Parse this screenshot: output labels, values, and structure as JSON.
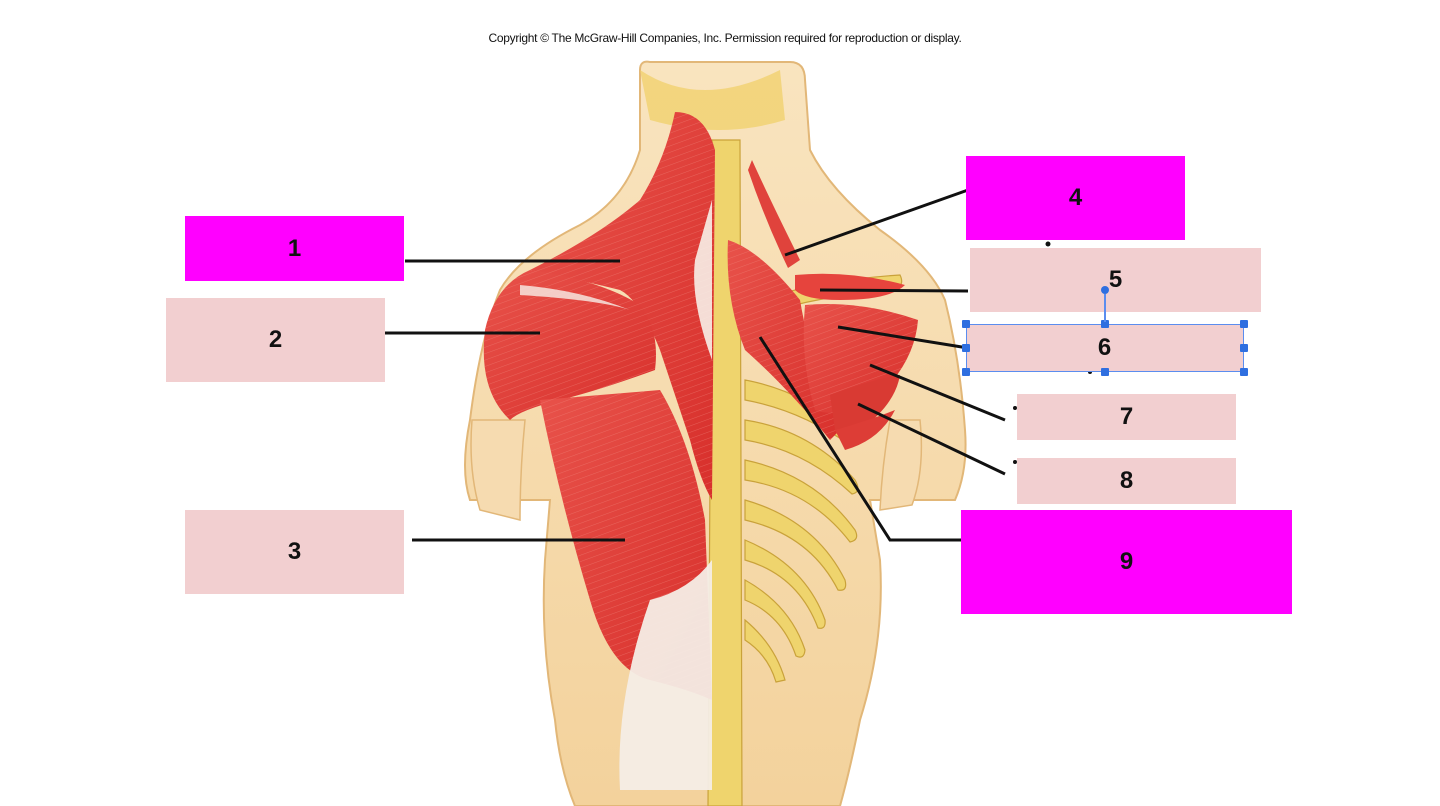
{
  "copyright": "Copyright © The McGraw-Hill Companies, Inc. Permission required for reproduction or display.",
  "colors": {
    "accent_box": "#ff00ff",
    "plain_box": "#f2cfd0",
    "muscle": "#e2403a",
    "bone": "#f0d880",
    "skin": "#f6d9a8",
    "selection": "#2f6fe0"
  },
  "labels": [
    {
      "id": "1",
      "text": "1",
      "style": "accent"
    },
    {
      "id": "2",
      "text": "2",
      "style": "plain"
    },
    {
      "id": "3",
      "text": "3",
      "style": "plain"
    },
    {
      "id": "4",
      "text": "4",
      "style": "accent"
    },
    {
      "id": "5",
      "text": "5",
      "style": "plain"
    },
    {
      "id": "6",
      "text": "6",
      "style": "plain",
      "selected": true
    },
    {
      "id": "7",
      "text": "7",
      "style": "plain"
    },
    {
      "id": "8",
      "text": "8",
      "style": "plain"
    },
    {
      "id": "9",
      "text": "9",
      "style": "accent"
    }
  ]
}
